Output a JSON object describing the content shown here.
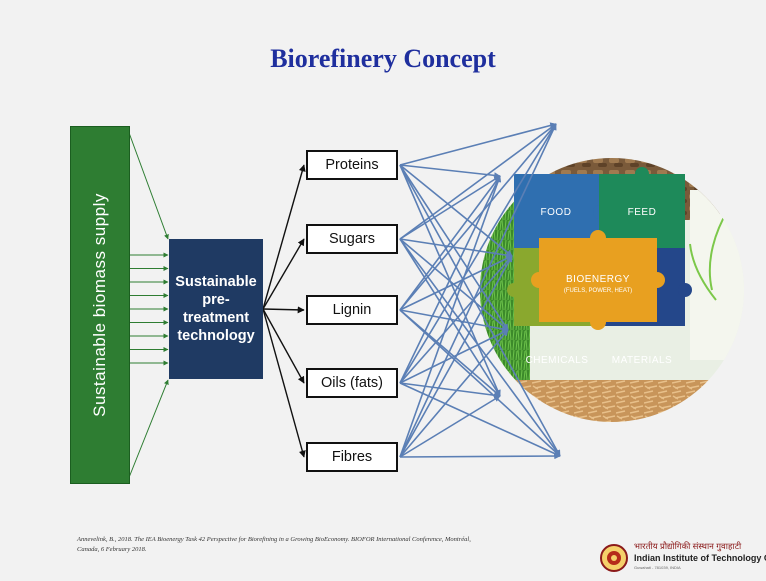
{
  "title": "Biorefinery Concept",
  "supply_label": "Sustainable biomass supply",
  "technology_label": "Sustainable pre-treatment technology",
  "products": [
    "Proteins",
    "Sugars",
    "Lignin",
    "Oils (fats)",
    "Fibres"
  ],
  "puzzle": {
    "food": "FOOD",
    "feed": "FEED",
    "bioenergy": "BIOENERGY",
    "bioenergy_sub": "(FUELS, POWER, HEAT)",
    "chemicals": "CHEMICALS",
    "materials": "MATERIALS"
  },
  "citation": "Annevelink, B., 2018. The IEA Bioenergy Task 42 Perspective for Biorefining in a Growing BioEconomy. BIOFOR International Conference, Montréal, Canada, 6 February 2018.",
  "institute": {
    "hindi": "भारतीय प्रौद्योगिकी संस्थान गुवाहाटी",
    "english": "Indian Institute of Technology Guwahati",
    "address": "Guwahati - 781039, INDIA"
  },
  "colors": {
    "title": "#1f2f9e",
    "supply": "#2e7d32",
    "technology": "#1f3a63",
    "arrows": "#5b7fb5",
    "food": "#2f6fb0",
    "feed": "#1e8a5a",
    "bioenergy": "#e8a020",
    "chemicals": "#8aa82e",
    "materials": "#24478a"
  }
}
